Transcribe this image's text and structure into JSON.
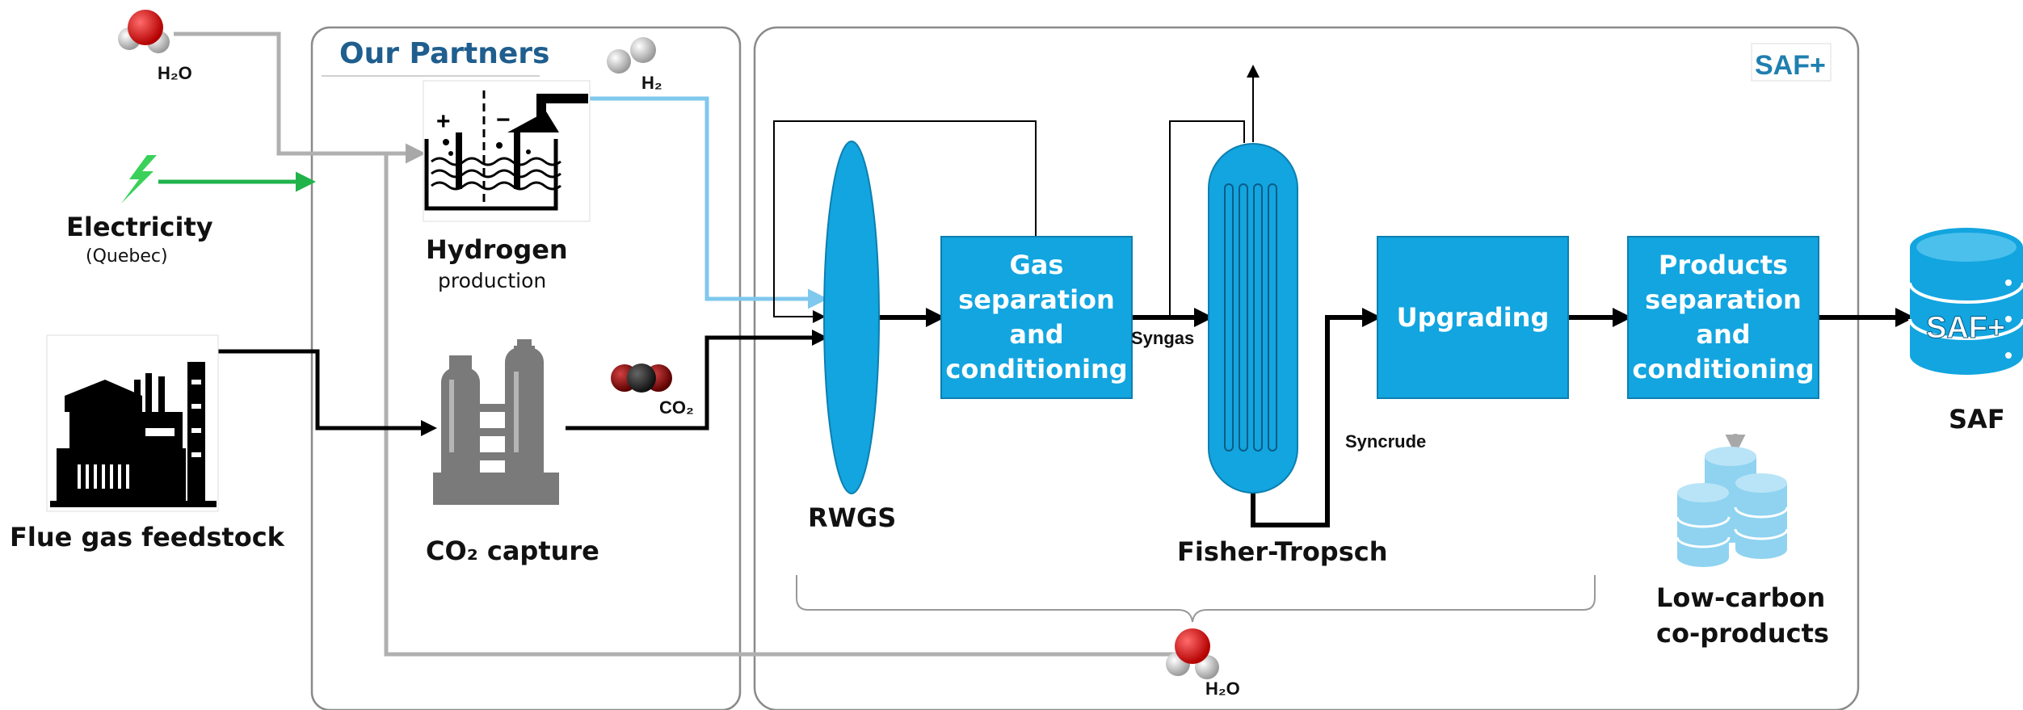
{
  "partners_title": "Our Partners",
  "inputs": {
    "water_top": "H₂O",
    "electricity": "Electricity",
    "electricity_region": "(Quebec)",
    "flue_gas": "Flue gas feedstock",
    "hydrogen": "Hydrogen",
    "hydrogen_sub": "production",
    "h2": "H₂",
    "co2_capture": "CO₂ capture",
    "co2": "CO₂"
  },
  "process": {
    "rwgs": "RWGS",
    "gas_sep": "Gas\nseparation\nand\nconditioning",
    "syngas": "Syngas",
    "fischer": "Fisher-Tropsch",
    "syncrude": "Syncrude",
    "upgrading": "Upgrading",
    "products_sep": "Products\nseparation\nand\nconditioning",
    "water_bottom": "H₂O"
  },
  "outputs": {
    "saf": "SAF",
    "low_carbon_1": "Low-carbon",
    "low_carbon_2": "co-products"
  },
  "logo_text": "SAF+",
  "colors": {
    "process_blue": "#12a5e0",
    "h2_line": "#7fc8ee",
    "electricity_green": "#1fb34a",
    "water_grey": "#b0b0b0",
    "partners_blue": "#1f5e8e"
  }
}
